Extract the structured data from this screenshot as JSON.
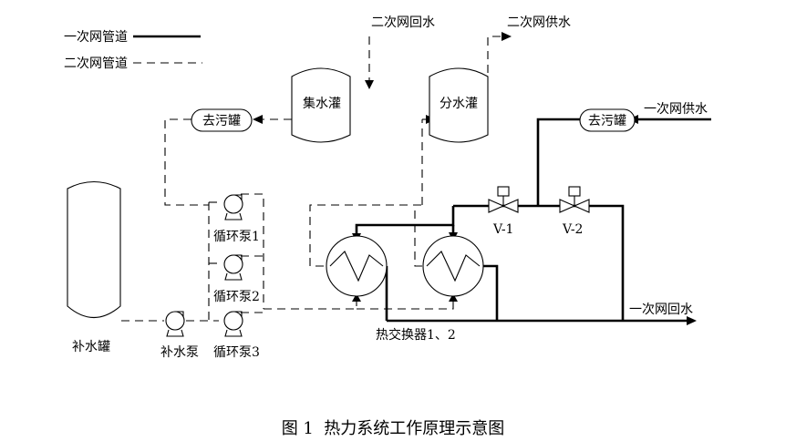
{
  "legend": {
    "primary": "一次网管道",
    "secondary": "二次网管道"
  },
  "labels": {
    "secondary_return": "二次网回水",
    "secondary_supply": "二次网供水",
    "primary_supply": "一次网供水",
    "primary_return": "一次网回水",
    "collector_tank": "集水灌",
    "distributor_tank": "分水灌",
    "desilter_left": "去污罐",
    "desilter_right": "去污罐",
    "makeup_tank": "补水罐",
    "makeup_pump": "补水泵",
    "pump1": "循环泵1",
    "pump2": "循环泵2",
    "pump3": "循环泵3",
    "heat_exchangers": "热交换器1、2",
    "valve1": "V-1",
    "valve2": "V-2"
  },
  "caption": "图 1  热力系统工作原理示意图"
}
